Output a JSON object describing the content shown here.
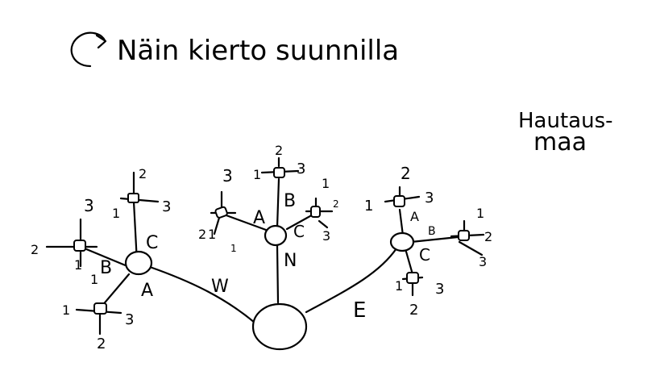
{
  "header": {
    "rotation_arrow_icon": "clockwise-arrow-icon",
    "title": "Näin kierto suunnilla"
  },
  "side_note": {
    "line1": "Hautaus-",
    "line2": "maa"
  },
  "diagram": {
    "edge_labels": {
      "left": "W",
      "center": "N",
      "right": "E"
    },
    "left_node": {
      "label_main": "C",
      "label_b": "B",
      "label_a": "A",
      "top_sub": {
        "n1": "1",
        "n2": "2",
        "n3": "3",
        "extra": "3"
      },
      "left_sub": {
        "n1": "1",
        "n2": "2",
        "n3": "1"
      },
      "bottom_sub": {
        "n1": "1",
        "n2": "2",
        "n3": "3"
      }
    },
    "center_node": {
      "label_a": "A",
      "label_b": "B",
      "label_c": "C",
      "top_sub": {
        "n1": "1",
        "n2": "2",
        "n3": "3"
      },
      "left_sub": {
        "n1": "1",
        "n2": "2",
        "n3": "3",
        "n4": "1"
      },
      "right_sub": {
        "n1": "1",
        "n2": "2",
        "n3": "3"
      }
    },
    "right_node": {
      "label_a": "A",
      "label_b": "B",
      "label_c": "C",
      "top_sub": {
        "n1": "1",
        "n2": "2",
        "n3": "3"
      },
      "right_sub": {
        "n1": "1",
        "n2": "2",
        "n3": "3"
      },
      "bottom_sub": {
        "n1": "1",
        "n2": "2",
        "n3": "3"
      }
    }
  }
}
